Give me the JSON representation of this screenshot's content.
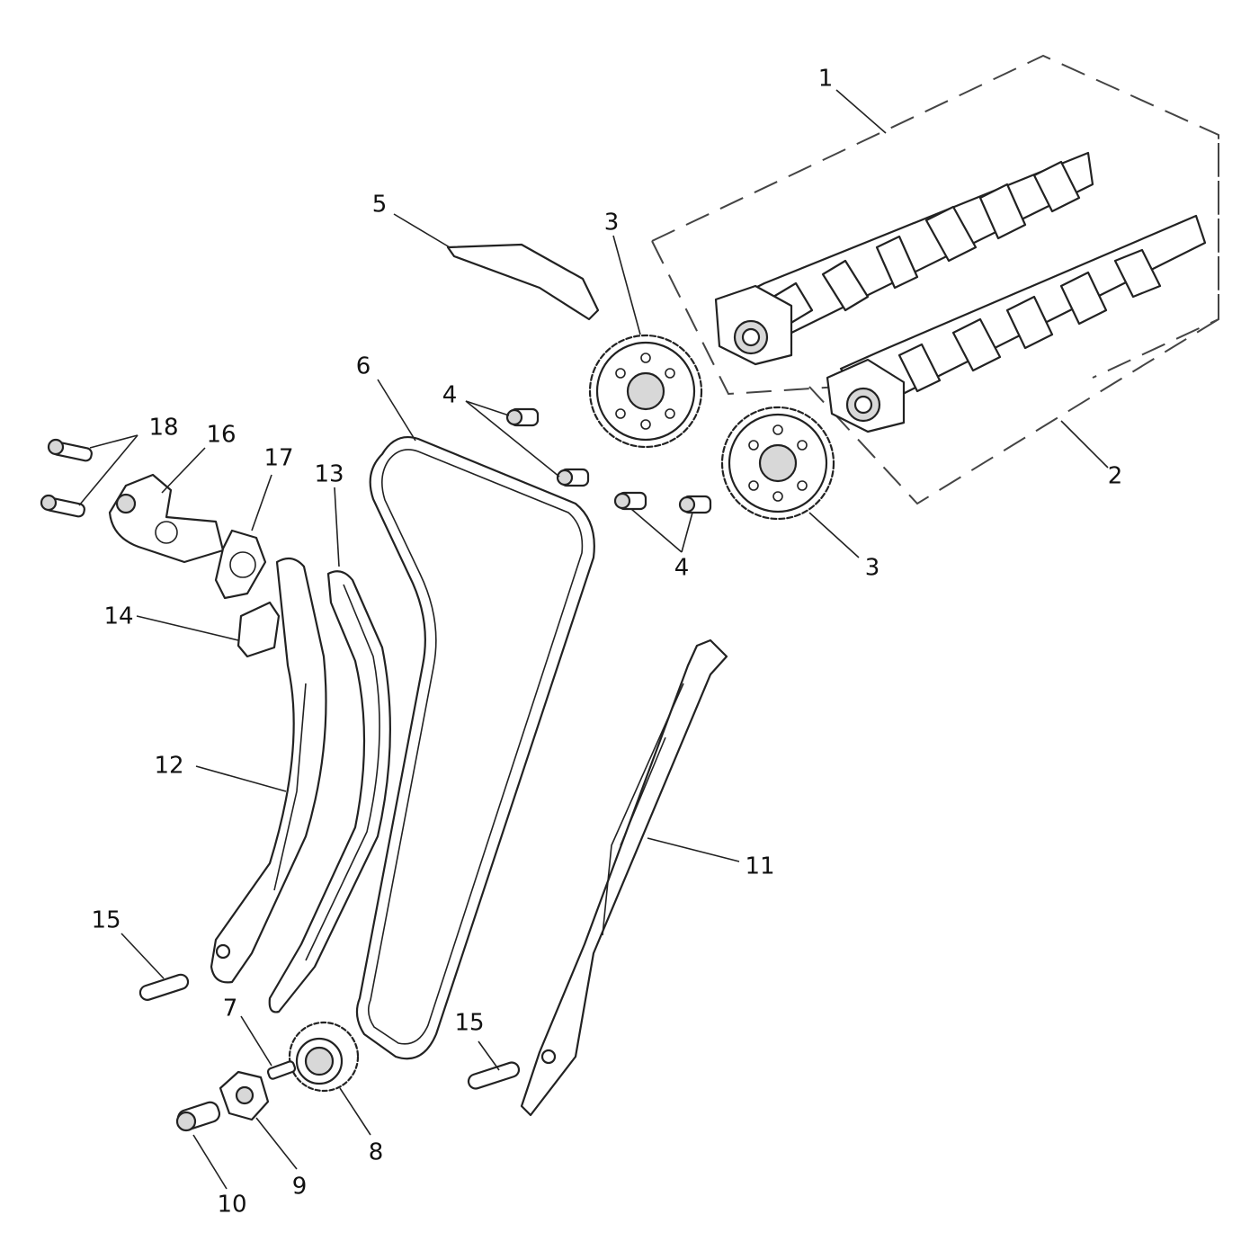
{
  "callouts": [
    {
      "id": "c1",
      "text": "1"
    },
    {
      "id": "c2",
      "text": "2"
    },
    {
      "id": "c3a",
      "text": "3"
    },
    {
      "id": "c3b",
      "text": "3"
    },
    {
      "id": "c4a",
      "text": "4"
    },
    {
      "id": "c4b",
      "text": "4"
    },
    {
      "id": "c5",
      "text": "5"
    },
    {
      "id": "c6",
      "text": "6"
    },
    {
      "id": "c7",
      "text": "7"
    },
    {
      "id": "c8",
      "text": "8"
    },
    {
      "id": "c9",
      "text": "9"
    },
    {
      "id": "c10",
      "text": "10"
    },
    {
      "id": "c11",
      "text": "11"
    },
    {
      "id": "c12",
      "text": "12"
    },
    {
      "id": "c13",
      "text": "13"
    },
    {
      "id": "c14",
      "text": "14"
    },
    {
      "id": "c15a",
      "text": "15"
    },
    {
      "id": "c15b",
      "text": "15"
    },
    {
      "id": "c16",
      "text": "16"
    },
    {
      "id": "c17",
      "text": "17"
    },
    {
      "id": "c18",
      "text": "18"
    }
  ]
}
